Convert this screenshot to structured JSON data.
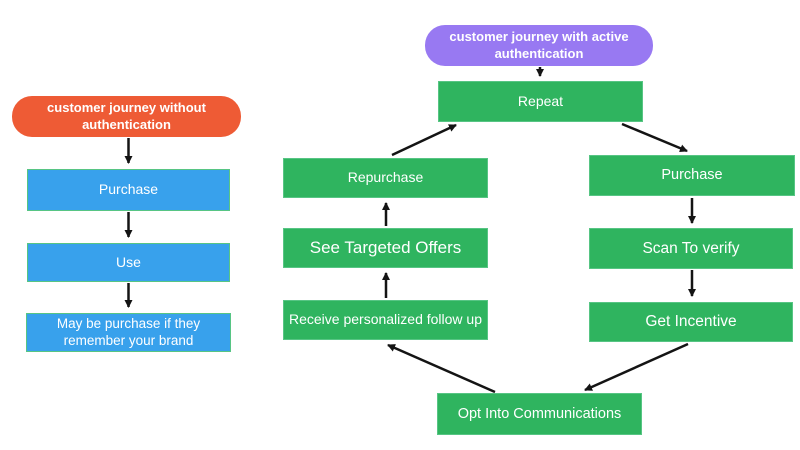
{
  "diagram": {
    "left_flow": {
      "header": "customer journey without authentication",
      "steps": [
        "Purchase",
        "Use",
        "May be purchase if they remember your brand"
      ]
    },
    "right_flow": {
      "header": "customer journey with active authentication",
      "top": "Repeat",
      "left_branch": [
        "Repurchase",
        "See Targeted Offers",
        "Receive personalized follow up"
      ],
      "right_branch": [
        "Purchase",
        "Scan To verify",
        "Get Incentive"
      ],
      "bottom": "Opt Into Communications"
    },
    "colors": {
      "left_header_bg": "#ee5b35",
      "left_step_bg": "#38a1ec",
      "right_header_bg": "#9879f2",
      "node_bg": "#2fb45f",
      "node_border": "#57c584",
      "arrow": "#141414",
      "label_text": "#ffffff"
    }
  }
}
